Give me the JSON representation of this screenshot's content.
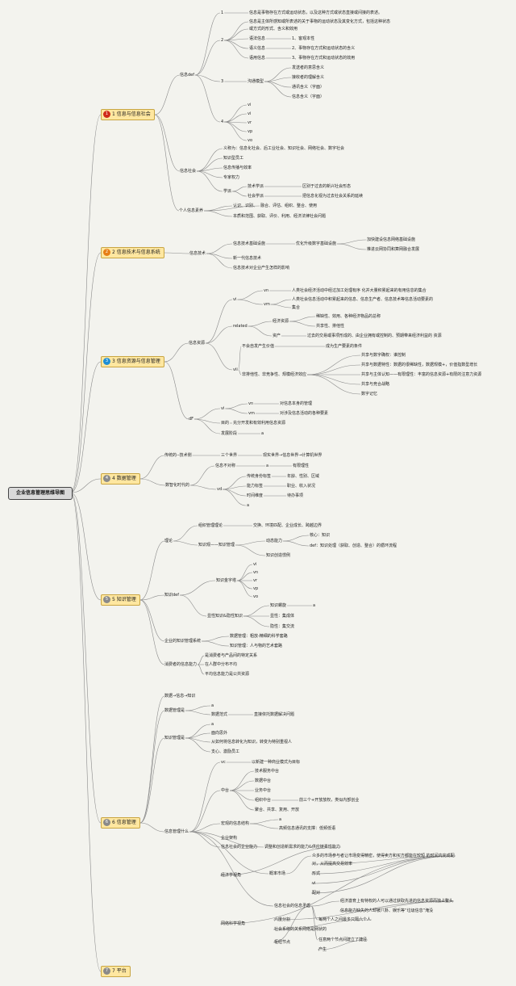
{
  "root": "企业信息管理思维导图",
  "sections": [
    {
      "badge": "1",
      "color": "#cf2a1a",
      "label": "1 信息与信息社会"
    },
    {
      "badge": "2",
      "color": "#e67e16",
      "label": "2 信息技术与信息系统"
    },
    {
      "badge": "3",
      "color": "#1e8fd6",
      "label": "3 信息资源与信息管理"
    },
    {
      "badge": "4",
      "color": "#8a8a8a",
      "label": "4 数据管理"
    },
    {
      "badge": "5",
      "color": "#8a8a8a",
      "label": "5 知识管理"
    },
    {
      "badge": "6",
      "color": "#8a8a8a",
      "label": "6 信息管理"
    },
    {
      "badge": "7",
      "color": "#8a8a8a",
      "label": "7 平台"
    }
  ],
  "nodes": [
    "信息def",
    "1",
    "信息是事物存在方式或运动状态，以及这种方式或状态直接或间接的表述。",
    "2",
    "信息是主体所感知或所表述的关于事物的运动状态及其变化方式，包括这种状态",
    "或方式的形式、含义和效用",
    "语法信息",
    "1、客观本性",
    "语义信息",
    "2、事物存在方式和运动状态的含义",
    "语用信息",
    "3、事物存在方式和运动状态的效用",
    "3",
    "沟通模型",
    "发送者的意思含义",
    "接收者的理解含义",
    "通讯含义（字面）",
    "信息含义（字面）",
    "4",
    "vi",
    "vi",
    "vr",
    "vp",
    "vo",
    "信息社会",
    "义称为：信息化社会、后工业社会、知识社会、网络社会、数字社会",
    "知识型员工",
    "信息传播与效率",
    "专家权力",
    "学派",
    "技术学派",
    "区别于过去的新兴社会形态",
    "社会学派",
    "把信息化视为过去社会关系的延续",
    "个人信息素养",
    "认识、识别、",
    "融合、评估、组织、整合、使用",
    "本质和范围、获取、评价、利用、经济法律社会问题",
    "信息技术",
    "信息技术基础设施",
    "优化升级数字基础设施",
    "加快建设信息网络基础设施",
    "推进云网协同和算网融合发展",
    "新一代信息技术",
    "信息技术对企业产生怎样的影响",
    "信息资源",
    "vi",
    "vn",
    "人类社会经济活动中经过加工处理有序 化并大量积累起来的有用信息的集合",
    "vm",
    "人类社会信息活动中积累起来的信息、信息生产者、信息技术等信息活动要素的",
    "集合",
    "related",
    "经济资源",
    "稀缺性、效用、各种经济物品的总称",
    "共享性、排他性",
    "资产",
    "过去的交易或事项形成的、由企业拥有或控制的、预期带来经济利益的 资源",
    "vii",
    "不会自发产生价值",
    "成为生产要素的条件",
    "非排他性、非竞争性、规模经济效应",
    "共享与数字确权：谁控制",
    "共享与数据特性：数据的很稀缺性，数据规模+，价值指数型增长",
    "共享与主体认知——有限理性：丰富的信息资源+有限的注意力资源",
    "共享与竞合战略",
    "数字记忆",
    "dF",
    "vi",
    "vn",
    "对信息本身的管理",
    "vm",
    "对涉及信息活动的各种要素",
    "目的",
    "充分开发和有效利用信息资源",
    "发展阶段",
    "a",
    "传统的--技术侧",
    "三个世界",
    "现实世界→信息世界→计算机世界",
    "数智化时代的",
    "信息不对称",
    "a",
    "有限理性",
    "vd",
    "传统身份标签",
    "年龄、性别、区域",
    "能力标签",
    "职业、收入状况",
    "时间维度",
    "待办事项",
    "a",
    "理论",
    "组织管理理论",
    "交换、环境匹配、企业成长、跨越边界",
    "知识观——知识管理",
    "动态能力",
    "核心：知识",
    "def：知识处理（获取、创造、整合）的循环流程",
    "知识创造惯例",
    "知识def",
    "知识金字塔",
    "vi",
    "vn",
    "vr",
    "vp",
    "vo",
    "显性知识&隐性知识",
    "知识螺旋",
    "a",
    "显性：集成体",
    "隐性：集交流",
    "企业的知识管理系统",
    "数据管理：粗放-精细的科学套路",
    "知识管理：人与物的艺术套路",
    "消费者的信息能力",
    "是消费者与产品间的特定关系",
    "在人群中分布不均",
    "平均信息能力是公共资源",
    "数据→信息→知识",
    "数据管理是",
    "a",
    "数据范式",
    "直接依托数据解决问题",
    "知识管理是",
    "a",
    "面向思外",
    "从如何将信息转化为知识，转变为特别重视人",
    "支心、激励员工",
    "信息管理什么",
    "vc",
    "以新建一种商业模式为目标",
    "中台",
    "技术服务中台",
    "数据中台",
    "业务中台",
    "组织中台",
    "前三个+开放放权，类似内部创业",
    "聚合、共享、复用、开放",
    "宏观的信息结构",
    "a",
    "高频信息通讯的支撑：低频低语",
    "企业架构",
    "信息社会的企业能力",
    "调整和创造新需求的能力&供应链柔性能力",
    "经济学视角",
    "概率市场",
    "众多的市场参与者让市场变得精密，使得卖方和买方都能在较短 的时间内完成配",
    "对，从而提高交易效率",
    "形式",
    "vi",
    "配对",
    "网络科学视角",
    "信息社会的信息矛盾",
    "经济激育上有特权的人可以通过获取先进的信息资源而独占鳌头",
    "信息能力缺失的人却被八卦、娱乐等“垃圾信息”淹没",
    "六度分割",
    "每两个人之间最多只隔六个人",
    "社会系统的关系网络是网状的",
    "枢纽节点",
    "任意两个节点间建立了捷径",
    "产生"
  ]
}
